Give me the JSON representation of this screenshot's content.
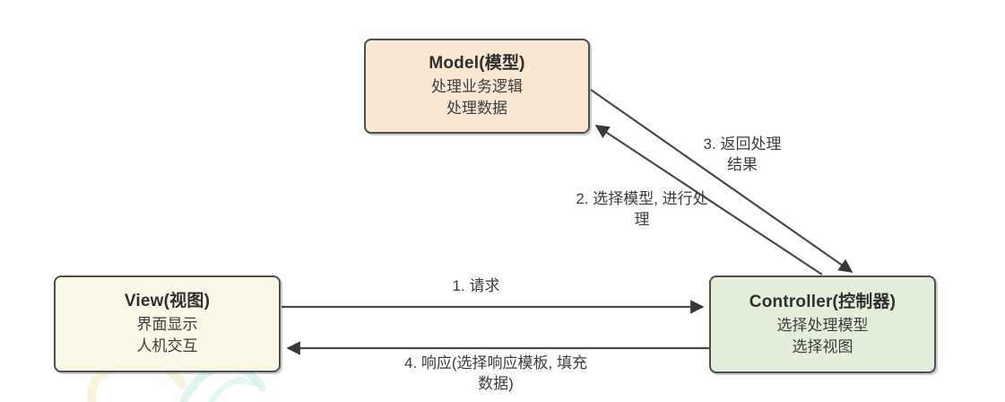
{
  "boxes": {
    "model": {
      "title": "Model(模型)",
      "line1": "处理业务逻辑",
      "line2": "处理数据",
      "fill": "#f9e7d2"
    },
    "view": {
      "title": "View(视图)",
      "line1": "界面显示",
      "line2": "人机交互",
      "fill": "#faf7e6"
    },
    "controller": {
      "title": "Controller(控制器)",
      "line1": "选择处理模型",
      "line2": "选择视图",
      "fill": "#e4efdb"
    }
  },
  "arrows": {
    "request": {
      "label": "1. 请求",
      "from": "view",
      "to": "controller"
    },
    "select_model": {
      "label": "2. 选择模型, 进行处理",
      "from": "controller",
      "to": "model"
    },
    "return_result": {
      "label": "3. 返回处理结果",
      "from": "model",
      "to": "controller"
    },
    "response": {
      "label": "4. 响应(选择响应模板, 填充数据)",
      "from": "controller",
      "to": "view"
    }
  },
  "colors": {
    "background": "#ffffff",
    "line": "#4a4a4a",
    "arrowhead": "#383838",
    "box_border": "#4f4f4f",
    "label_text": "#3d3d3d",
    "watermark_yellow": "#efe5ae",
    "watermark_cyan": "#bfe8e4"
  }
}
